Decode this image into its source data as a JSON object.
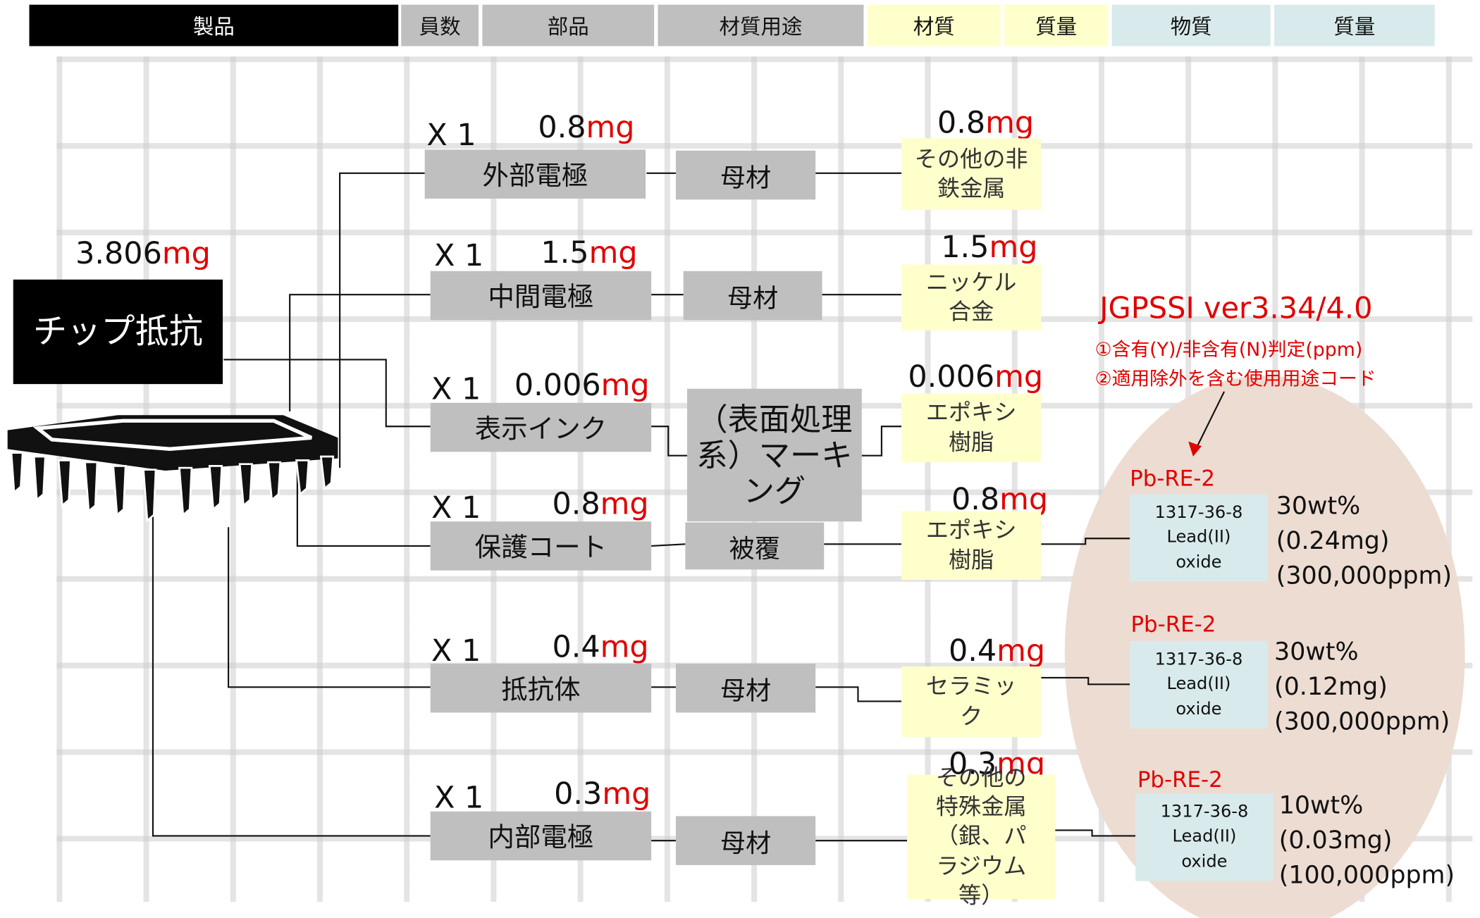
{
  "header": [
    {
      "label": "製品",
      "bg": "#000000",
      "fg": "#ffffff"
    },
    {
      "label": "員数",
      "bg": "#bfbfbf",
      "fg": "#111111"
    },
    {
      "label": "部品",
      "bg": "#bfbfbf",
      "fg": "#111111"
    },
    {
      "label": "材質用途",
      "bg": "#bfbfbf",
      "fg": "#111111"
    },
    {
      "label": "材質",
      "bg": "#ffffcc",
      "fg": "#111111"
    },
    {
      "label": "質量",
      "bg": "#ffffcc",
      "fg": "#111111"
    },
    {
      "label": "物質",
      "bg": "#d8eaec",
      "fg": "#111111"
    },
    {
      "label": "質量",
      "bg": "#d8eaec",
      "fg": "#111111"
    }
  ],
  "product": {
    "name": "チップ抵抗",
    "mass_value": "3.806",
    "mass_unit": "mg"
  },
  "unit": "mg",
  "parts": [
    {
      "qty": "X 1",
      "mass": "0.8",
      "name": "外部電極"
    },
    {
      "qty": "X 1",
      "mass": "1.5",
      "name": "中間電極"
    },
    {
      "qty": "X 1",
      "mass": "0.006",
      "name": "表示インク"
    },
    {
      "qty": "X 1",
      "mass": "0.8",
      "name": "保護コート"
    },
    {
      "qty": "X 1",
      "mass": "0.4",
      "name": "抵抗体"
    },
    {
      "qty": "X 1",
      "mass": "0.3",
      "name": "内部電極"
    }
  ],
  "uses": [
    "母材",
    "母材",
    "（表面処理系）マーキング",
    "被覆",
    "母材",
    "母材"
  ],
  "materials": [
    {
      "mass": "0.8",
      "name": "その他の非鉄金属"
    },
    {
      "mass": "1.5",
      "name": "ニッケル合金"
    },
    {
      "mass": "0.006",
      "name": "エポキシ樹脂"
    },
    {
      "mass": "0.8",
      "name": "エポキシ樹脂"
    },
    {
      "mass": "0.4",
      "name": "セラミック"
    },
    {
      "mass": "0.3",
      "name": "その他の特殊金属（銀、パラジウム等）"
    }
  ],
  "jgpssi": {
    "title": "JGPSSI ver3.34/4.0",
    "note1": "①含有(Y)/非含有(N)判定(ppm)",
    "note2": "②適用除外を含む使用用途コード"
  },
  "substances": [
    {
      "code": "Pb-RE-2",
      "cas": "1317-36-8",
      "name": "Lead(II) oxide",
      "wt": "30wt%",
      "mass": "(0.24mg)",
      "ppm": "(300,000ppm)"
    },
    {
      "code": "Pb-RE-2",
      "cas": "1317-36-8",
      "name": "Lead(II) oxide",
      "wt": "30wt%",
      "mass": "(0.12mg)",
      "ppm": "(300,000ppm)"
    },
    {
      "code": "Pb-RE-2",
      "cas": "1317-36-8",
      "name": "Lead(II) oxide",
      "wt": "10wt%",
      "mass": "(0.03mg)",
      "ppm": "(100,000ppm)"
    }
  ],
  "colors": {
    "accent_red": "#e00000",
    "part_gray": "#bfbfbf",
    "material_yellow": "#ffffcc",
    "substance_blue": "#d8eaec",
    "ellipse": "#ecdcd2"
  }
}
